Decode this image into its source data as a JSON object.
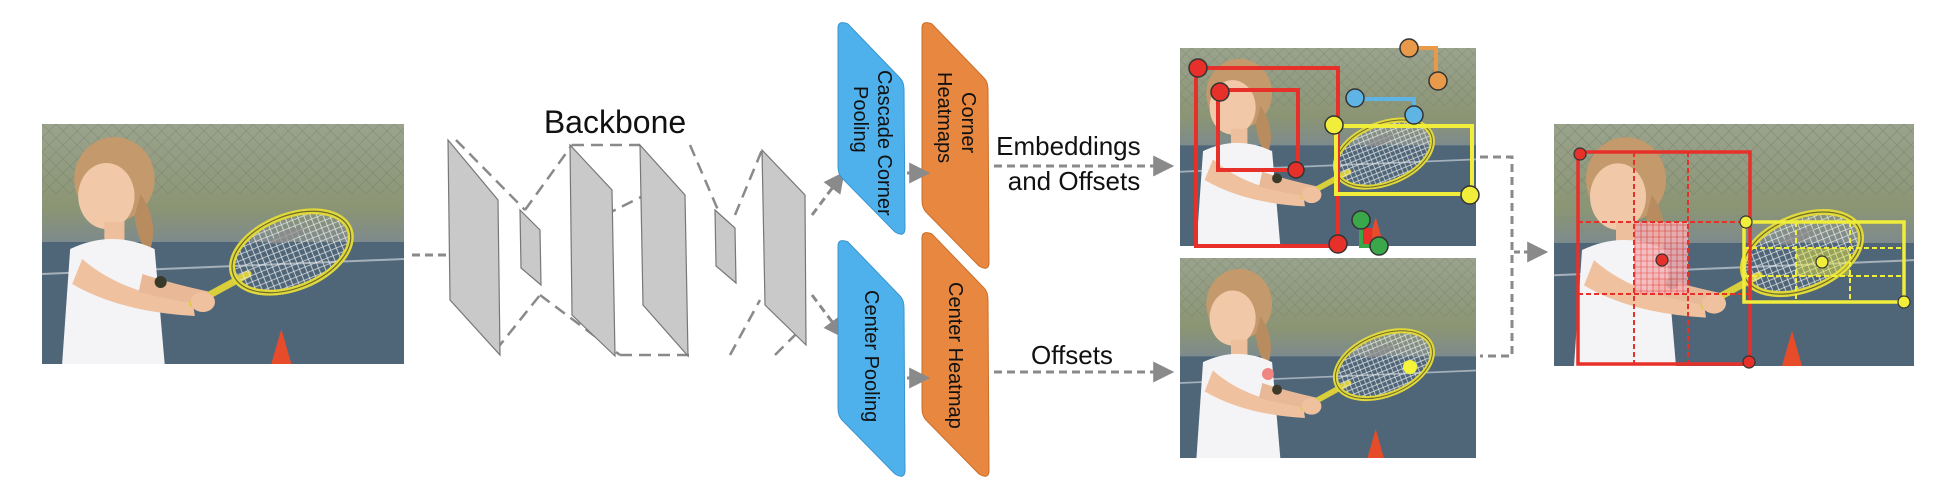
{
  "backbone": {
    "label": "Backbone"
  },
  "modules": {
    "cascade_corner_pooling": {
      "label": "Cascade Corner Pooling",
      "line1": "Cascade Corner",
      "line2": "Pooling"
    },
    "corner_heatmaps": {
      "label": "Corner Heatmaps",
      "line1": "Corner",
      "line2": "Heatmaps"
    },
    "center_pooling": {
      "label": "Center Pooling"
    },
    "center_heatmap": {
      "label": "Center Heatmap"
    }
  },
  "arrows": {
    "embeddings_offsets": {
      "line1": "Embeddings",
      "line2": "and Offsets"
    },
    "offsets": {
      "label": "Offsets"
    }
  },
  "colors": {
    "pooling_blue": "#4eb1ec",
    "heatmap_orange": "#e8873f",
    "backbone_gray": "#c9c9c9",
    "box_red": "#e8302a",
    "box_yellow": "#f0ee3a",
    "pair_orange": "#e89a4a",
    "pair_blue": "#5fb4e6",
    "pair_green": "#3aa84a",
    "arrow_gray": "#8a8a8a"
  },
  "images": {
    "input": "photo-tennis-girl",
    "corner_output": "photo-tennis-girl-corners",
    "center_output": "photo-tennis-girl-centers",
    "final_output": "photo-tennis-girl-detections"
  }
}
